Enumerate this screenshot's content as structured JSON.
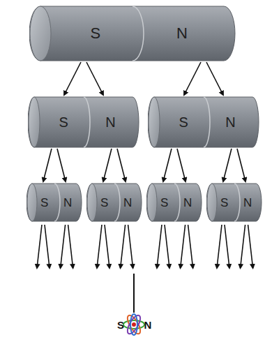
{
  "diagram": {
    "nodes": [
      {
        "text": [
          "S",
          "N"
        ]
      },
      {
        "text": [
          "S",
          "N"
        ]
      },
      {
        "text": [
          "S",
          "N"
        ]
      },
      {
        "text": [
          "S",
          "N"
        ]
      },
      {
        "text": [
          "S",
          "N"
        ]
      },
      {
        "text": [
          "S",
          "N"
        ]
      },
      {
        "text": [
          "S",
          "N"
        ]
      }
    ],
    "edges": [
      {
        "from": 0,
        "to": 1,
        "arrow": "to"
      },
      {
        "from": 0,
        "to": 2,
        "arrow": "to"
      },
      {
        "from": 1,
        "to": 3,
        "arrow": "to"
      },
      {
        "from": 1,
        "to": 4,
        "arrow": "to"
      },
      {
        "from": 2,
        "to": 5,
        "arrow": "to"
      },
      {
        "from": 2,
        "to": 6,
        "arrow": "to"
      }
    ],
    "labels": [
      "S",
      "N"
    ]
  }
}
